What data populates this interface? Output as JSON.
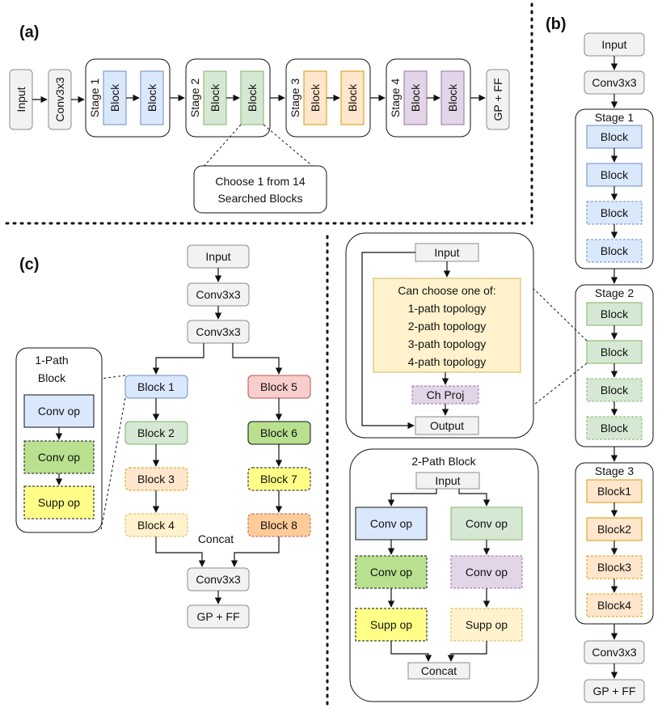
{
  "panels": {
    "a": {
      "label": "(a)",
      "input": "Input",
      "conv": "Conv3x3",
      "stages": [
        {
          "title": "Stage 1",
          "blocks": [
            "Block",
            "Block"
          ]
        },
        {
          "title": "Stage 2",
          "blocks": [
            "Block",
            "Block"
          ]
        },
        {
          "title": "Stage 3",
          "blocks": [
            "Block",
            "Block"
          ]
        },
        {
          "title": "Stage 4",
          "blocks": [
            "Block",
            "Block"
          ]
        }
      ],
      "head": "GP + FF",
      "callout": [
        "Choose 1 from 14",
        "Searched Blocks"
      ]
    },
    "b": {
      "label": "(b)",
      "input": "Input",
      "conv": "Conv3x3",
      "stage1": {
        "title": "Stage 1",
        "blocks": [
          "Block",
          "Block",
          "Block",
          "Block"
        ]
      },
      "stage2": {
        "title": "Stage 2",
        "blocks": [
          "Block",
          "Block",
          "Block",
          "Block"
        ]
      },
      "stage3": {
        "title": "Stage 3",
        "blocks": [
          "Block1",
          "Block2",
          "Block3",
          "Block4"
        ]
      },
      "conv_out": "Conv3x3",
      "head": "GP + FF",
      "detail": {
        "input": "Input",
        "choices": [
          "Can choose one of:",
          "1-path topology",
          "2-path topology",
          "3-path topology",
          "4-path topology"
        ],
        "proj": "Ch Proj",
        "output": "Output"
      },
      "two_path": {
        "title": "2-Path Block",
        "input": "Input",
        "left": [
          "Conv op",
          "Conv op",
          "Supp op"
        ],
        "right": [
          "Conv op",
          "Conv op",
          "Supp op"
        ],
        "concat": "Concat"
      }
    },
    "c": {
      "label": "(c)",
      "input": "Input",
      "conv1": "Conv3x3",
      "conv2": "Conv3x3",
      "left_blocks": [
        "Block 1",
        "Block 2",
        "Block 3",
        "Block 4"
      ],
      "right_blocks": [
        "Block 5",
        "Block 6",
        "Block 7",
        "Block 8"
      ],
      "concat": "Concat",
      "conv3": "Conv3x3",
      "head": "GP + FF",
      "one_path": {
        "title": [
          "1-Path",
          "Block"
        ],
        "ops": [
          "Conv op",
          "Conv op",
          "Supp op"
        ]
      }
    }
  },
  "colors": {
    "gray_fill": "#f2f2f2",
    "gray_stroke": "#8c8c8c",
    "blue_fill": "#dae8fc",
    "blue_stroke": "#6c8ebf",
    "green_fill": "#d5e8d4",
    "green_stroke": "#82b366",
    "orange_fill": "#ffe6cc",
    "orange_stroke": "#d79b00",
    "purple_fill": "#e1d5e7",
    "purple_stroke": "#9673a6",
    "yellow_box": "#fff2cc",
    "yellow_stroke": "#d6b656",
    "red_fill": "#f8cecc",
    "red_stroke": "#b85450",
    "lime_fill": "#b9e08f",
    "bright_yellow": "#ffff88",
    "deep_orange": "#ffcc99"
  }
}
